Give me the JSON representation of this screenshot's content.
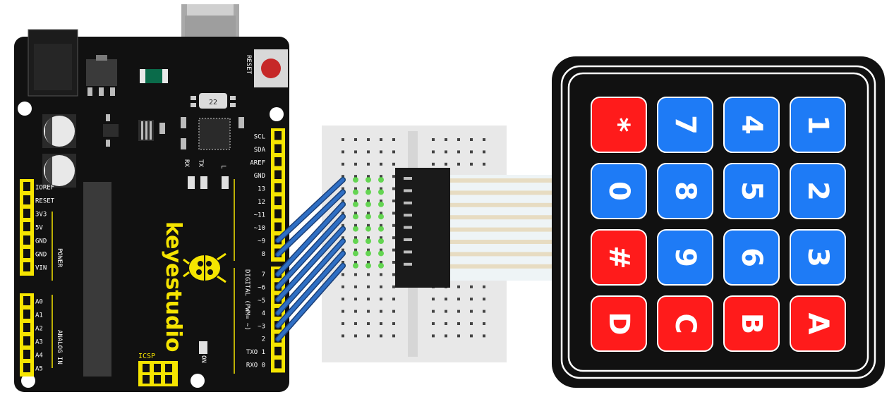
{
  "board": {
    "brand": "keyestudio",
    "reset_label": "RESET",
    "crystal_label": "22",
    "rx_label": "RX",
    "tx_label": "TX",
    "l_label": "L",
    "on_label": "ON",
    "icsp_label": "ICSP",
    "power_label": "POWER",
    "analog_label": "ANALOG IN",
    "digital_label": "DIGITAL (PWM= ~)",
    "left_pins": [
      "IOREF",
      "RESET",
      "3V3",
      "5V",
      "GND",
      "GND",
      "VIN"
    ],
    "analog_pins": [
      "A0",
      "A1",
      "A2",
      "A3",
      "A4",
      "A5"
    ],
    "upper_right_pins": [
      "SCL",
      "SDA",
      "AREF",
      "GND",
      "13",
      "12",
      "~11",
      "~10",
      "~9",
      "8"
    ],
    "lower_right_pins": [
      "7",
      "~6",
      "~5",
      "4",
      "~3",
      "2",
      "TXO 1",
      "RXO 0"
    ]
  },
  "keypad": {
    "rows": [
      [
        "*",
        "7",
        "4",
        "1"
      ],
      [
        "0",
        "8",
        "5",
        "2"
      ],
      [
        "#",
        "9",
        "6",
        "3"
      ],
      [
        "D",
        "C",
        "B",
        "A"
      ]
    ],
    "red_keys": [
      "*",
      "#",
      "D",
      "C",
      "B",
      "A"
    ]
  },
  "colors": {
    "board": "#111111",
    "header": "#f5e400",
    "wire": "#2f6fc4",
    "key_red": "#ff1b1b",
    "key_blue": "#1e7bf6",
    "breadboard": "#e8e8e8",
    "ribbon": "#e7dcc2"
  }
}
